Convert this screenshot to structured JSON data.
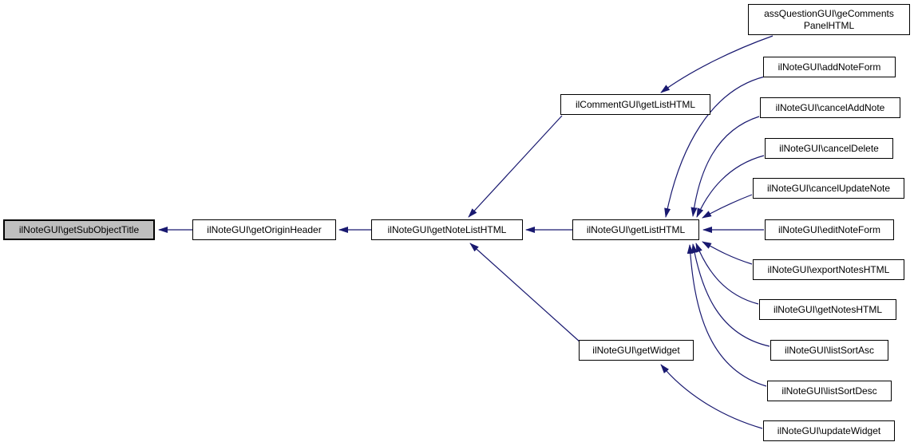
{
  "diagram": {
    "type": "call-graph",
    "colors": {
      "background": "#ffffff",
      "edge": "#191970",
      "node_border": "#000000",
      "node_fill": "#ffffff",
      "highlight_fill": "#bfbfbf",
      "text": "#000000"
    },
    "nodes": [
      {
        "id": "ilNoteGUI::getSubObjectTitle",
        "label": "ilNoteGUI\\getSubObjectTitle",
        "highlighted": true
      },
      {
        "id": "ilNoteGUI::getOriginHeader",
        "label": "ilNoteGUI\\getOriginHeader",
        "highlighted": false
      },
      {
        "id": "ilNoteGUI::getNoteListHTML",
        "label": "ilNoteGUI\\getNoteListHTML",
        "highlighted": false
      },
      {
        "id": "ilCommentGUI::getListHTML",
        "label": "ilCommentGUI\\getListHTML",
        "highlighted": false
      },
      {
        "id": "ilNoteGUI::getListHTML",
        "label": "ilNoteGUI\\getListHTML",
        "highlighted": false
      },
      {
        "id": "ilNoteGUI::getWidget",
        "label": "ilNoteGUI\\getWidget",
        "highlighted": false
      },
      {
        "id": "assQuestionGUI::geCommentsPanelHTML",
        "label": "assQuestionGUI\\geComments\nPanelHTML",
        "highlighted": false
      },
      {
        "id": "ilNoteGUI::addNoteForm",
        "label": "ilNoteGUI\\addNoteForm",
        "highlighted": false
      },
      {
        "id": "ilNoteGUI::cancelAddNote",
        "label": "ilNoteGUI\\cancelAddNote",
        "highlighted": false
      },
      {
        "id": "ilNoteGUI::cancelDelete",
        "label": "ilNoteGUI\\cancelDelete",
        "highlighted": false
      },
      {
        "id": "ilNoteGUI::cancelUpdateNote",
        "label": "ilNoteGUI\\cancelUpdateNote",
        "highlighted": false
      },
      {
        "id": "ilNoteGUI::editNoteForm",
        "label": "ilNoteGUI\\editNoteForm",
        "highlighted": false
      },
      {
        "id": "ilNoteGUI::exportNotesHTML",
        "label": "ilNoteGUI\\exportNotesHTML",
        "highlighted": false
      },
      {
        "id": "ilNoteGUI::getNotesHTML",
        "label": "ilNoteGUI\\getNotesHTML",
        "highlighted": false
      },
      {
        "id": "ilNoteGUI::listSortAsc",
        "label": "ilNoteGUI\\listSortAsc",
        "highlighted": false
      },
      {
        "id": "ilNoteGUI::listSortDesc",
        "label": "ilNoteGUI\\listSortDesc",
        "highlighted": false
      },
      {
        "id": "ilNoteGUI::updateWidget",
        "label": "ilNoteGUI\\updateWidget",
        "highlighted": false
      }
    ],
    "edges": [
      {
        "from": "ilNoteGUI::getOriginHeader",
        "to": "ilNoteGUI::getSubObjectTitle"
      },
      {
        "from": "ilNoteGUI::getNoteListHTML",
        "to": "ilNoteGUI::getOriginHeader"
      },
      {
        "from": "ilCommentGUI::getListHTML",
        "to": "ilNoteGUI::getNoteListHTML"
      },
      {
        "from": "ilNoteGUI::getListHTML",
        "to": "ilNoteGUI::getNoteListHTML"
      },
      {
        "from": "ilNoteGUI::getWidget",
        "to": "ilNoteGUI::getNoteListHTML"
      },
      {
        "from": "assQuestionGUI::geCommentsPanelHTML",
        "to": "ilCommentGUI::getListHTML"
      },
      {
        "from": "ilNoteGUI::addNoteForm",
        "to": "ilNoteGUI::getListHTML"
      },
      {
        "from": "ilNoteGUI::cancelAddNote",
        "to": "ilNoteGUI::getListHTML"
      },
      {
        "from": "ilNoteGUI::cancelDelete",
        "to": "ilNoteGUI::getListHTML"
      },
      {
        "from": "ilNoteGUI::cancelUpdateNote",
        "to": "ilNoteGUI::getListHTML"
      },
      {
        "from": "ilNoteGUI::editNoteForm",
        "to": "ilNoteGUI::getListHTML"
      },
      {
        "from": "ilNoteGUI::exportNotesHTML",
        "to": "ilNoteGUI::getListHTML"
      },
      {
        "from": "ilNoteGUI::getNotesHTML",
        "to": "ilNoteGUI::getListHTML"
      },
      {
        "from": "ilNoteGUI::listSortAsc",
        "to": "ilNoteGUI::getListHTML"
      },
      {
        "from": "ilNoteGUI::listSortDesc",
        "to": "ilNoteGUI::getListHTML"
      },
      {
        "from": "ilNoteGUI::updateWidget",
        "to": "ilNoteGUI::getWidget"
      }
    ]
  }
}
